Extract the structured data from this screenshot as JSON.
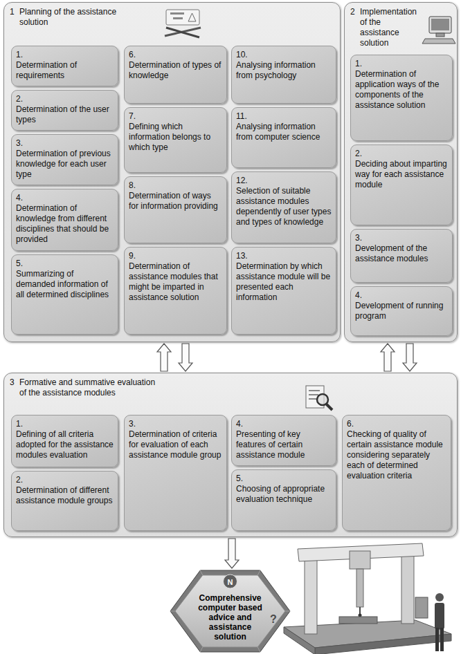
{
  "diagram": {
    "nodes": [
      {
        "text": [
          "1",
          "Planning of the assistance solution"
        ]
      },
      {
        "text": [
          "1.",
          "Determination of requirements"
        ],
        "in": 0
      },
      {
        "text": [
          "2.",
          "Determination of the user types"
        ],
        "in": 0
      },
      {
        "text": [
          "3.",
          "Determination of previous knowledge for each user type"
        ],
        "in": 0
      },
      {
        "text": [
          "4.",
          "Determination of knowledge from different disciplines that should be provided"
        ],
        "in": 0
      },
      {
        "text": [
          "5.",
          "Summarizing of demanded information of all determined disciplines"
        ],
        "in": 0
      },
      {
        "text": [
          "6.",
          "Determination of types of knowledge"
        ],
        "in": 0
      },
      {
        "text": [
          "7.",
          "Defining which information belongs to which type"
        ],
        "in": 0
      },
      {
        "text": [
          "8.",
          "Determination of ways for information providing"
        ],
        "in": 0
      },
      {
        "text": [
          "9.",
          "Determination of assistance modules that might be imparted in assistance solution"
        ],
        "in": 0
      },
      {
        "text": [
          "10.",
          "Analysing information from psychology"
        ],
        "in": 0
      },
      {
        "text": [
          "11.",
          "Analysing information from computer science"
        ],
        "in": 0
      },
      {
        "text": [
          "12.",
          "Selection of suitable assistance modules dependently of user types and types of knowledge"
        ],
        "in": 0
      },
      {
        "text": [
          "13.",
          "Determination by which assistance module will be presented each information"
        ],
        "in": 0
      },
      {
        "text": [
          "2",
          "Implementation of the assistance solution"
        ]
      },
      {
        "text": [
          "1.",
          "Determination of application ways of the components of the assistance solution"
        ],
        "in": 14
      },
      {
        "text": [
          "2.",
          "Deciding about imparting way for each assistance module"
        ],
        "in": 14
      },
      {
        "text": [
          "3.",
          "Development of the assistance modules"
        ],
        "in": 14
      },
      {
        "text": [
          "4.",
          "Development of running program"
        ],
        "in": 14
      },
      {
        "text": [
          "3",
          "Formative and summative evaluation of the assistance modules"
        ]
      },
      {
        "text": [
          "1.",
          "Defining of all criteria adopted for the assistance modules evaluation"
        ],
        "in": 19
      },
      {
        "text": [
          "2.",
          "Determination of different assistance module groups"
        ],
        "in": 19
      },
      {
        "text": [
          "3.",
          "Determination of criteria for evaluation of each assistance module group"
        ],
        "in": 19
      },
      {
        "text": [
          "4.",
          "Presenting of key features of certain assistance module"
        ],
        "in": 19
      },
      {
        "text": [
          "5.",
          "Choosing of appropriate evaluation technique"
        ],
        "in": 19
      },
      {
        "text": [
          "6.",
          "Checking of quality of certain assistance module considering separately each of determined evaluation criteria"
        ],
        "in": 19
      },
      {
        "text": [
          "Comprehensive computer based advice and assistance solution"
        ]
      }
    ],
    "edges": [
      {
        "from": 19,
        "to": 0,
        "arrow": "to"
      },
      {
        "from": 0,
        "to": 19,
        "arrow": "to"
      },
      {
        "from": 19,
        "to": 14,
        "arrow": "to"
      },
      {
        "from": 14,
        "to": 19,
        "arrow": "to"
      },
      {
        "from": 19,
        "to": 26,
        "arrow": "to"
      }
    ],
    "labels": [
      "N",
      "?"
    ]
  }
}
